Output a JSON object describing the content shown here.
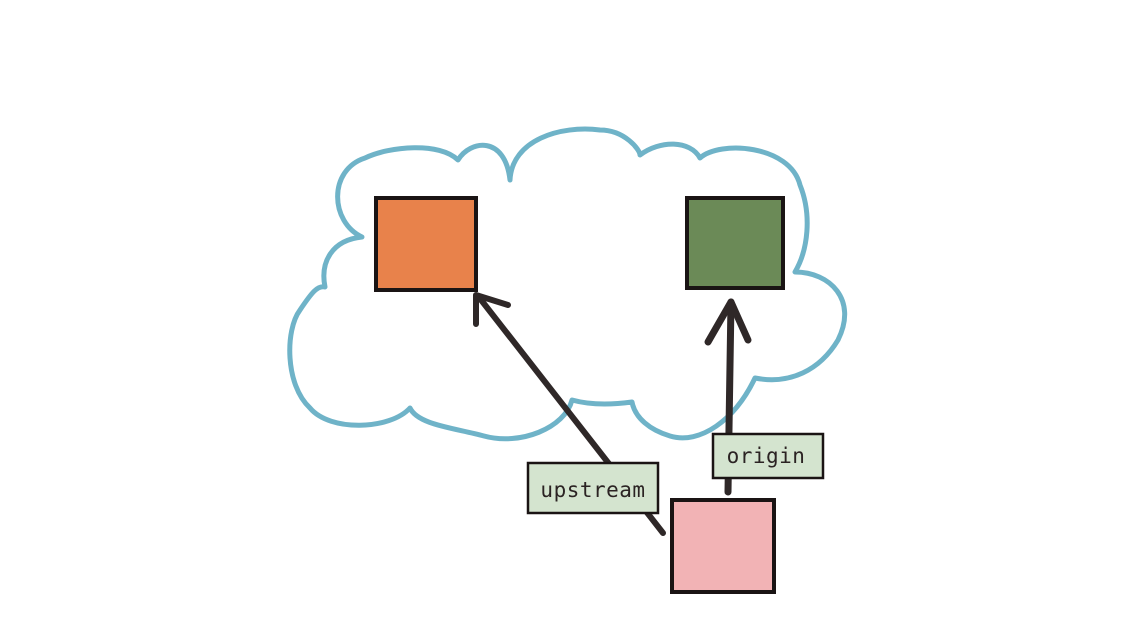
{
  "diagram": {
    "labels": {
      "upstream": "upstream",
      "origin": "origin"
    },
    "nodes": {
      "upstream_repo": {
        "color": "#e8824b"
      },
      "origin_repo": {
        "color": "#6b8a57"
      },
      "local_repo": {
        "color": "#f2b3b5"
      }
    },
    "colors": {
      "cloud_stroke": "#6fb3c8",
      "box_stroke": "#1a1414",
      "arrow": "#2f2828",
      "label_fill": "#d4e4cf"
    },
    "edges": [
      {
        "from": "local_repo",
        "to": "upstream_repo",
        "label": "upstream"
      },
      {
        "from": "local_repo",
        "to": "origin_repo",
        "label": "origin"
      }
    ]
  }
}
